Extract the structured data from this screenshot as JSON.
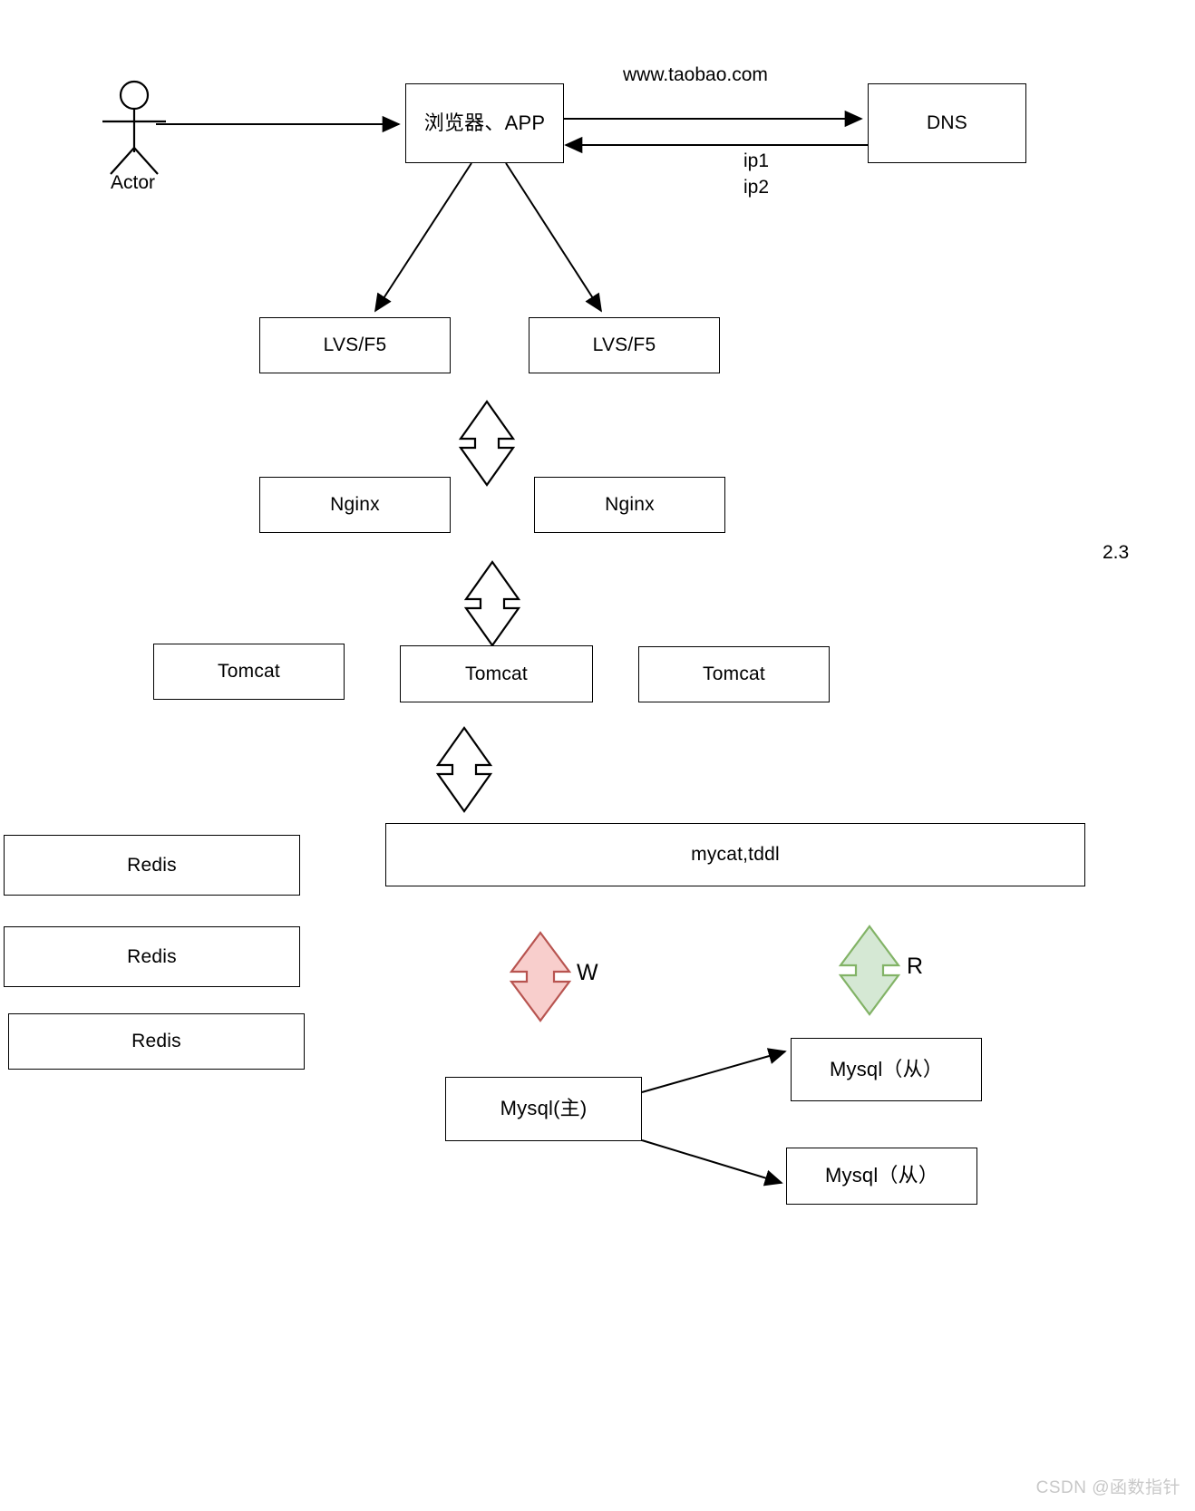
{
  "diagram": {
    "title": "Taobao-style layered architecture diagram",
    "actor": {
      "label": "Actor",
      "icon": "actor-stick-figure-icon"
    },
    "nodes": {
      "browser": "浏览器、APP",
      "dns": "DNS",
      "lvs_left": "LVS/F5",
      "lvs_right": "LVS/F5",
      "nginx_left": "Nginx",
      "nginx_right": "Nginx",
      "tomcat_left": "Tomcat",
      "tomcat_center": "Tomcat",
      "tomcat_right": "Tomcat",
      "redis_1": "Redis",
      "redis_2": "Redis",
      "redis_3": "Redis",
      "middleware": "mycat,tddl",
      "mysql_master": "Mysql(主)",
      "mysql_slave_1": "Mysql（从）",
      "mysql_slave_2": "Mysql（从）"
    },
    "edge_labels": {
      "domain": "www.taobao.com",
      "ip1": "ip1",
      "ip2": "ip2",
      "write": "W",
      "read": "R",
      "right_margin_text": "2.3"
    },
    "colors": {
      "stroke": "#000000",
      "background": "#ffffff",
      "write_arrow_fill": "#f8cecc",
      "write_arrow_stroke": "#b85450",
      "read_arrow_fill": "#d5e8d4",
      "read_arrow_stroke": "#82b366",
      "watermark": "#c8c8c8"
    },
    "watermark": "CSDN @函数指针"
  }
}
